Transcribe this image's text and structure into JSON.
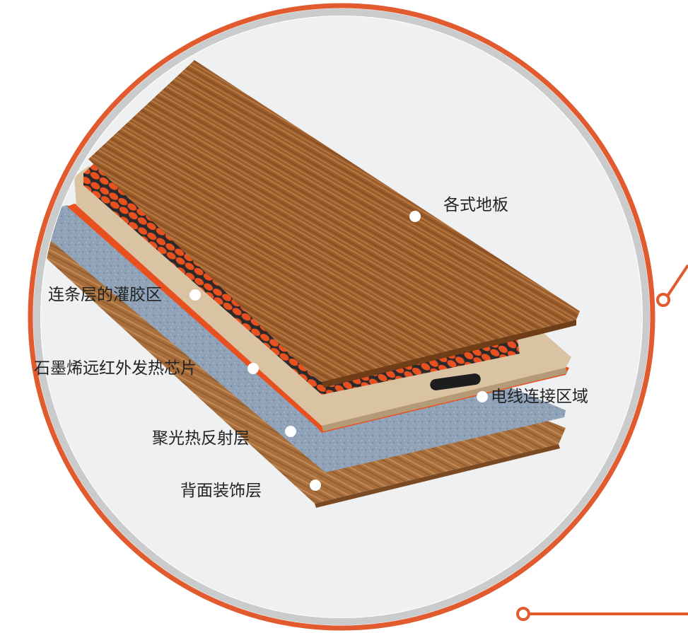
{
  "colors": {
    "accent": "#e25b2e",
    "ring_gray": "#c9cbcd",
    "circle_fill": "#eff0f1",
    "wood_top": "#9a5a2a",
    "wood_light": "#d9c3a3",
    "heating_orange": "#e8501f",
    "reflect_blue": "#8c9fb6",
    "wood_back": "#a56d3a",
    "label_text": "#222222",
    "dot": "#ffffff"
  },
  "labels": {
    "floor": "各式地板",
    "glue_zone": "连条层的灌胶区",
    "graphene": "石墨烯远红外发热芯片",
    "wire_zone": "电线连接区域",
    "reflect": "聚光热反射层",
    "back": "背面装饰层"
  },
  "icons": {
    "label_dot": "dot-marker-icon",
    "connector_node": "ring-node-icon"
  }
}
